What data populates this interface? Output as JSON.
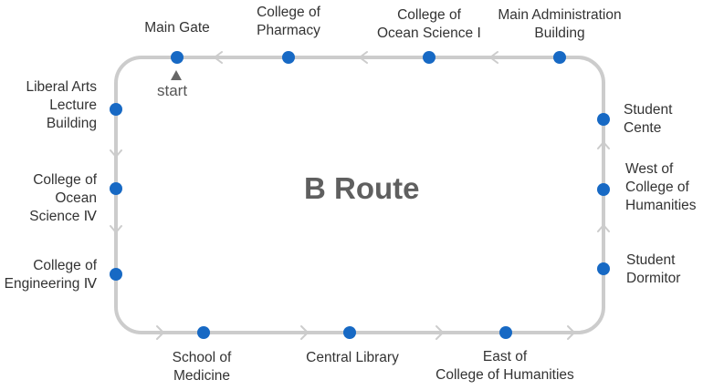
{
  "title": "B Route",
  "start_label": "start",
  "colors": {
    "route": "#cccccc",
    "stop": "#1769c4",
    "text": "#333333",
    "title": "#5f5f5f"
  },
  "stops": [
    {
      "id": "main-gate",
      "lines": [
        "Main Gate"
      ]
    },
    {
      "id": "college-of-pharmacy",
      "lines": [
        "College of",
        "Pharmacy"
      ]
    },
    {
      "id": "college-of-ocean-science-1",
      "lines": [
        "College of",
        "Ocean Science Ⅰ"
      ]
    },
    {
      "id": "main-administration-building",
      "lines": [
        "Main Administration",
        "Building"
      ]
    },
    {
      "id": "liberal-arts-lecture-building",
      "lines": [
        "Liberal Arts",
        "Lecture",
        "Building"
      ]
    },
    {
      "id": "student-center",
      "lines": [
        "Student",
        "Cente"
      ]
    },
    {
      "id": "college-of-ocean-science-4",
      "lines": [
        "College of",
        "Ocean",
        "Science Ⅳ"
      ]
    },
    {
      "id": "west-of-college-of-humanities",
      "lines": [
        "West of",
        "College of",
        "Humanities"
      ]
    },
    {
      "id": "college-of-engineering-4",
      "lines": [
        "College of",
        "Engineering Ⅳ"
      ]
    },
    {
      "id": "student-dormitory",
      "lines": [
        "Student",
        "Dormitor"
      ]
    },
    {
      "id": "school-of-medicine",
      "lines": [
        "School of",
        "Medicine"
      ]
    },
    {
      "id": "central-library",
      "lines": [
        "Central Library"
      ]
    },
    {
      "id": "east-of-college-of-humanities",
      "lines": [
        "East of",
        "College of Humanities"
      ]
    }
  ]
}
